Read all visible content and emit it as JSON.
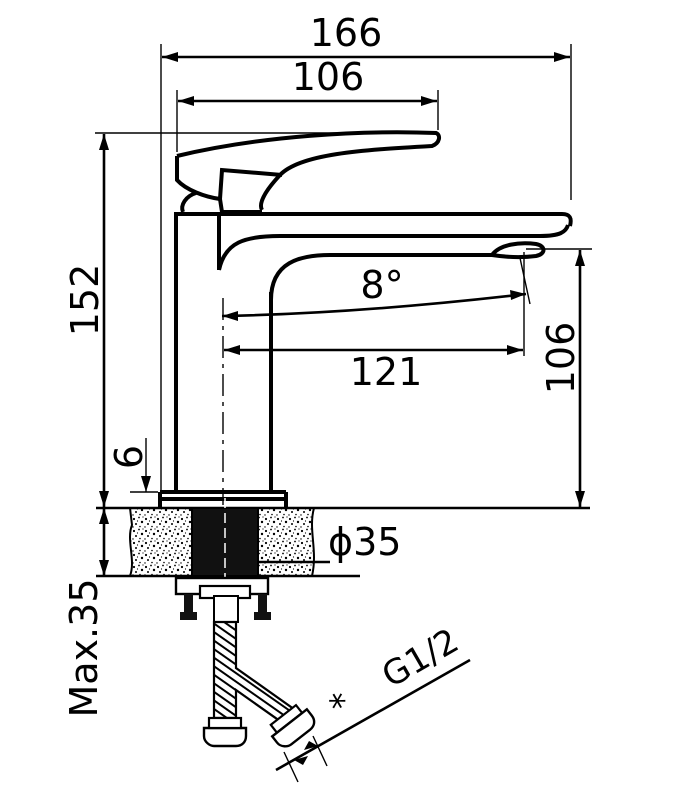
{
  "dimensions": {
    "overall_width": "166",
    "handle_width": "106",
    "overall_height": "152",
    "spout_angle": "8°",
    "spout_reach": "121",
    "spout_height": "106",
    "base_thickness": "6",
    "hole_diameter": "ϕ35",
    "max_counter_thickness": "Max.35",
    "connection_symbol": "*",
    "connection_thread": "G1/2"
  },
  "colors": {
    "line": "#000000",
    "background": "#ffffff",
    "counter_fill": "#ffffff"
  }
}
